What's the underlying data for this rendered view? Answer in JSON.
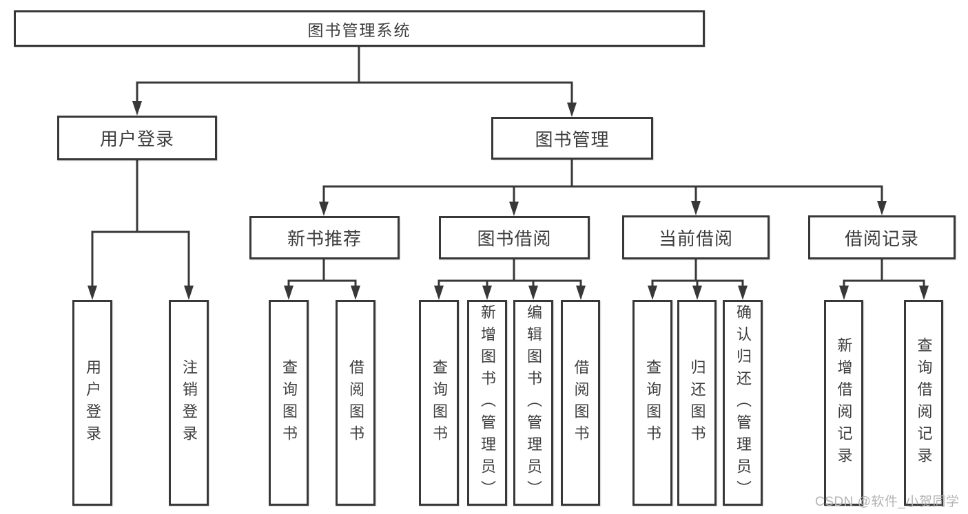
{
  "diagram": {
    "title": "图书管理系统",
    "level1": [
      {
        "label": "用户登录"
      },
      {
        "label": "图书管理"
      }
    ],
    "level2": [
      {
        "label": "新书推荐"
      },
      {
        "label": "图书借阅"
      },
      {
        "label": "当前借阅"
      },
      {
        "label": "借阅记录"
      }
    ],
    "leaves": [
      "用户登录",
      "注销登录",
      "查询图书",
      "借阅图书",
      "查询图书",
      "新增图书（管理员）",
      "编辑图书（管理员）",
      "借阅图书",
      "查询图书",
      "归还图书",
      "确认归还（管理员）",
      "新增借阅记录",
      "查询借阅记录"
    ]
  },
  "watermark": "CSDN @软件_小贺同学",
  "colors": {
    "line": "#383838",
    "text": "#3d3d3d",
    "watermark": "#b3b3b3",
    "background": "#ffffff"
  }
}
